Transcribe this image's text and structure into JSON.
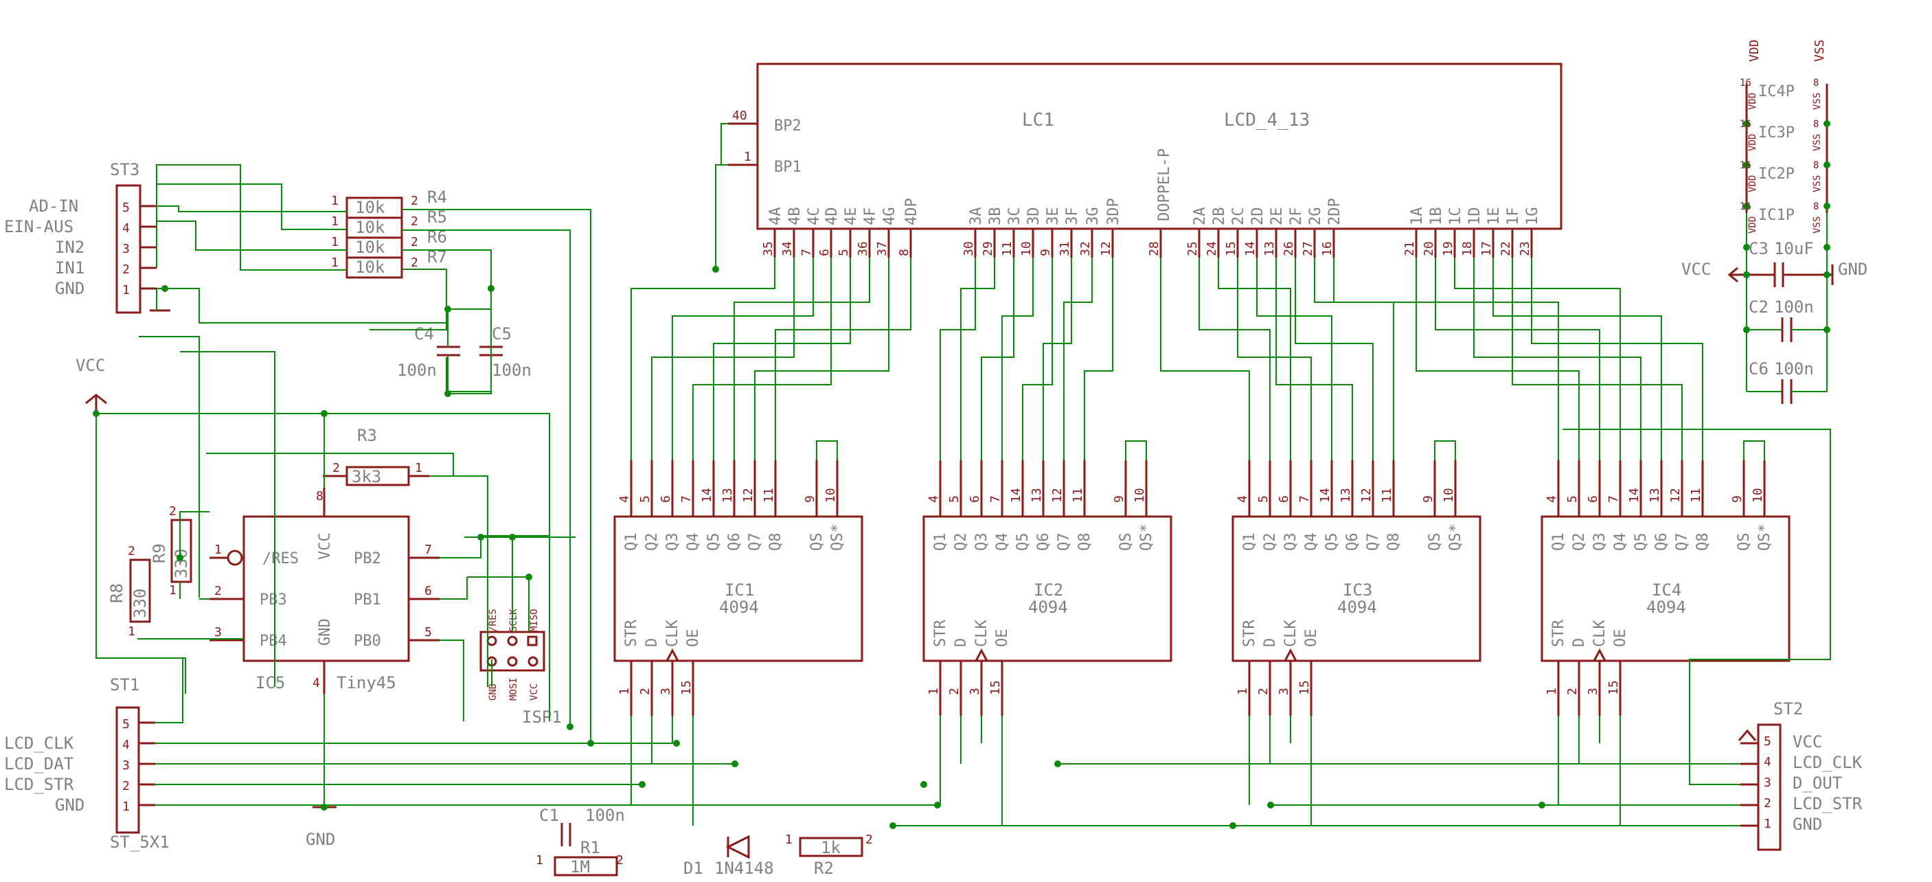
{
  "lcd": {
    "name": "LC1",
    "type": "LCD_4_13",
    "bp2": "BP2",
    "bp1": "BP1",
    "bp2_pin": "40",
    "bp1_pin": "1",
    "doppel": "DOPPEL-P",
    "segments": [
      "4A",
      "4B",
      "4C",
      "4D",
      "4E",
      "4F",
      "4G",
      "4DP",
      "3A",
      "3B",
      "3C",
      "3D",
      "3E",
      "3F",
      "3G",
      "3DP",
      "DOPPEL-P",
      "2A",
      "2B",
      "2C",
      "2D",
      "2E",
      "2F",
      "2G",
      "2DP",
      "1A",
      "1B",
      "1C",
      "1D",
      "1E",
      "1F",
      "1G"
    ],
    "pins": [
      "35",
      "34",
      "7",
      "6",
      "5",
      "36",
      "37",
      "8",
      "30",
      "29",
      "11",
      "10",
      "9",
      "31",
      "32",
      "12",
      "28",
      "25",
      "24",
      "15",
      "14",
      "13",
      "26",
      "27",
      "16",
      "21",
      "20",
      "19",
      "18",
      "17",
      "22",
      "23"
    ]
  },
  "ics": [
    {
      "name": "IC1",
      "type": "4094"
    },
    {
      "name": "IC2",
      "type": "4094"
    },
    {
      "name": "IC3",
      "type": "4094"
    },
    {
      "name": "IC4",
      "type": "4094"
    }
  ],
  "ic4094": {
    "top_pins": [
      "Q1",
      "Q2",
      "Q3",
      "Q4",
      "Q5",
      "Q6",
      "Q7",
      "Q8",
      "QS",
      "QS*"
    ],
    "top_nums": [
      "4",
      "5",
      "6",
      "7",
      "14",
      "13",
      "12",
      "11",
      "9",
      "10"
    ],
    "bottom_pins": [
      "STR",
      "D",
      "CLK",
      "OE"
    ],
    "bottom_nums": [
      "1",
      "2",
      "3",
      "15"
    ]
  },
  "ic5": {
    "name": "IC5",
    "type": "Tiny45",
    "res": "/RES",
    "vcc": "VCC",
    "gnd": "GND",
    "pb0": "PB0",
    "pb1": "PB1",
    "pb2": "PB2",
    "pb3": "PB3",
    "pb4": "PB4",
    "n1": "1",
    "n2": "2",
    "n3": "3",
    "n4": "4",
    "n5": "5",
    "n6": "6",
    "n7": "7",
    "n8": "8"
  },
  "st3": {
    "name": "ST3",
    "labels": [
      "AD-IN",
      "EIN-AUS",
      "IN2",
      "IN1",
      "GND"
    ],
    "nums": [
      "5",
      "4",
      "3",
      "2",
      "1"
    ]
  },
  "st1": {
    "name": "ST1",
    "type": "ST_5X1",
    "labels": [
      "LCD_CLK",
      "LCD_DAT",
      "LCD_STR",
      "GND"
    ],
    "nums": [
      "5",
      "4",
      "3",
      "2",
      "1"
    ]
  },
  "st2": {
    "name": "ST2",
    "labels": [
      "VCC",
      "LCD_CLK",
      "D_OUT",
      "LCD_STR",
      "GND"
    ],
    "nums": [
      "5",
      "4",
      "3",
      "2",
      "1"
    ]
  },
  "resistors": {
    "r4": {
      "name": "R4",
      "value": "10k"
    },
    "r5": {
      "name": "R5",
      "value": "10k"
    },
    "r6": {
      "name": "R6",
      "value": "10k"
    },
    "r7": {
      "name": "R7",
      "value": "10k"
    },
    "r3": {
      "name": "R3",
      "value": "3k3"
    },
    "r8": {
      "name": "R8",
      "value": "330"
    },
    "r9": {
      "name": "R9",
      "value": "330"
    },
    "r1": {
      "name": "R1",
      "value": "1M"
    },
    "r2": {
      "name": "R2",
      "value": "1k"
    }
  },
  "caps": {
    "c4": {
      "name": "C4",
      "value": "100n"
    },
    "c5": {
      "name": "C5",
      "value": "100n"
    },
    "c1": {
      "name": "C1",
      "value": "100n"
    },
    "c3": {
      "name": "C3",
      "value": "10uF"
    },
    "c2": {
      "name": "C2",
      "value": "100n"
    },
    "c6": {
      "name": "C6",
      "value": "100n"
    }
  },
  "diode": {
    "name": "D1",
    "type": "1N4148"
  },
  "isp": {
    "name": "ISP1",
    "top": [
      "/RES",
      "SCLK",
      "MISO"
    ],
    "bottom": [
      "GND",
      "MOSI",
      "VCC"
    ]
  },
  "power": {
    "vcc": "VCC",
    "gnd": "GND"
  },
  "supply_parts": {
    "labels": [
      "IC4P",
      "IC3P",
      "IC2P",
      "IC1P"
    ],
    "vdd": "VDD",
    "vss": "VSS",
    "pin_a": "16",
    "pin_b": "8"
  },
  "small_nums": {
    "one": "1",
    "two": "2"
  }
}
